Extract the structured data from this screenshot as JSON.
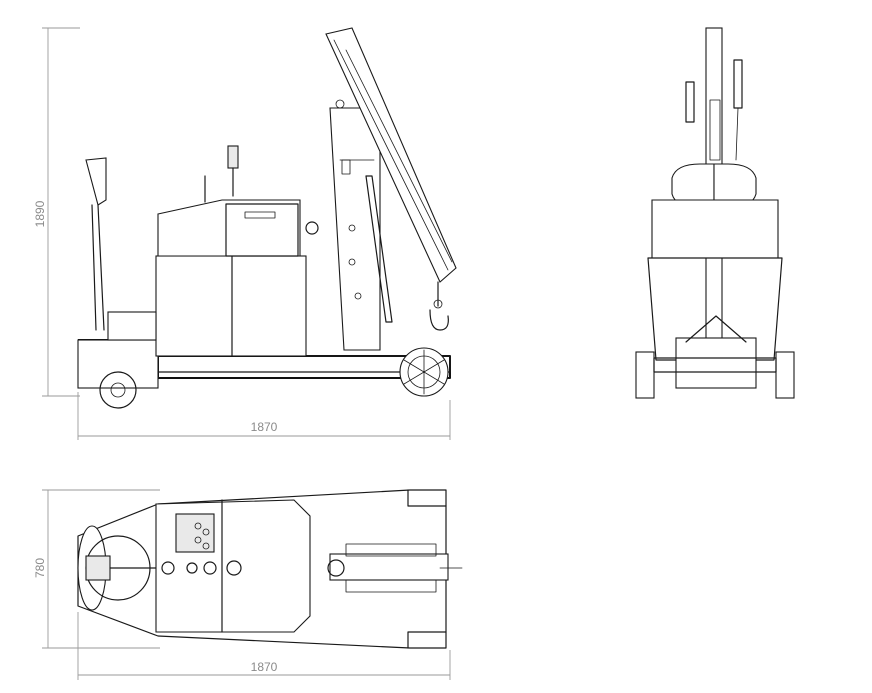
{
  "dimensions": {
    "side_height": "1890",
    "side_length": "1870",
    "top_width": "780",
    "top_length": "1870"
  },
  "colors": {
    "line": "#1a1a1a",
    "dimension": "#9a9a9a",
    "background": "#ffffff"
  }
}
